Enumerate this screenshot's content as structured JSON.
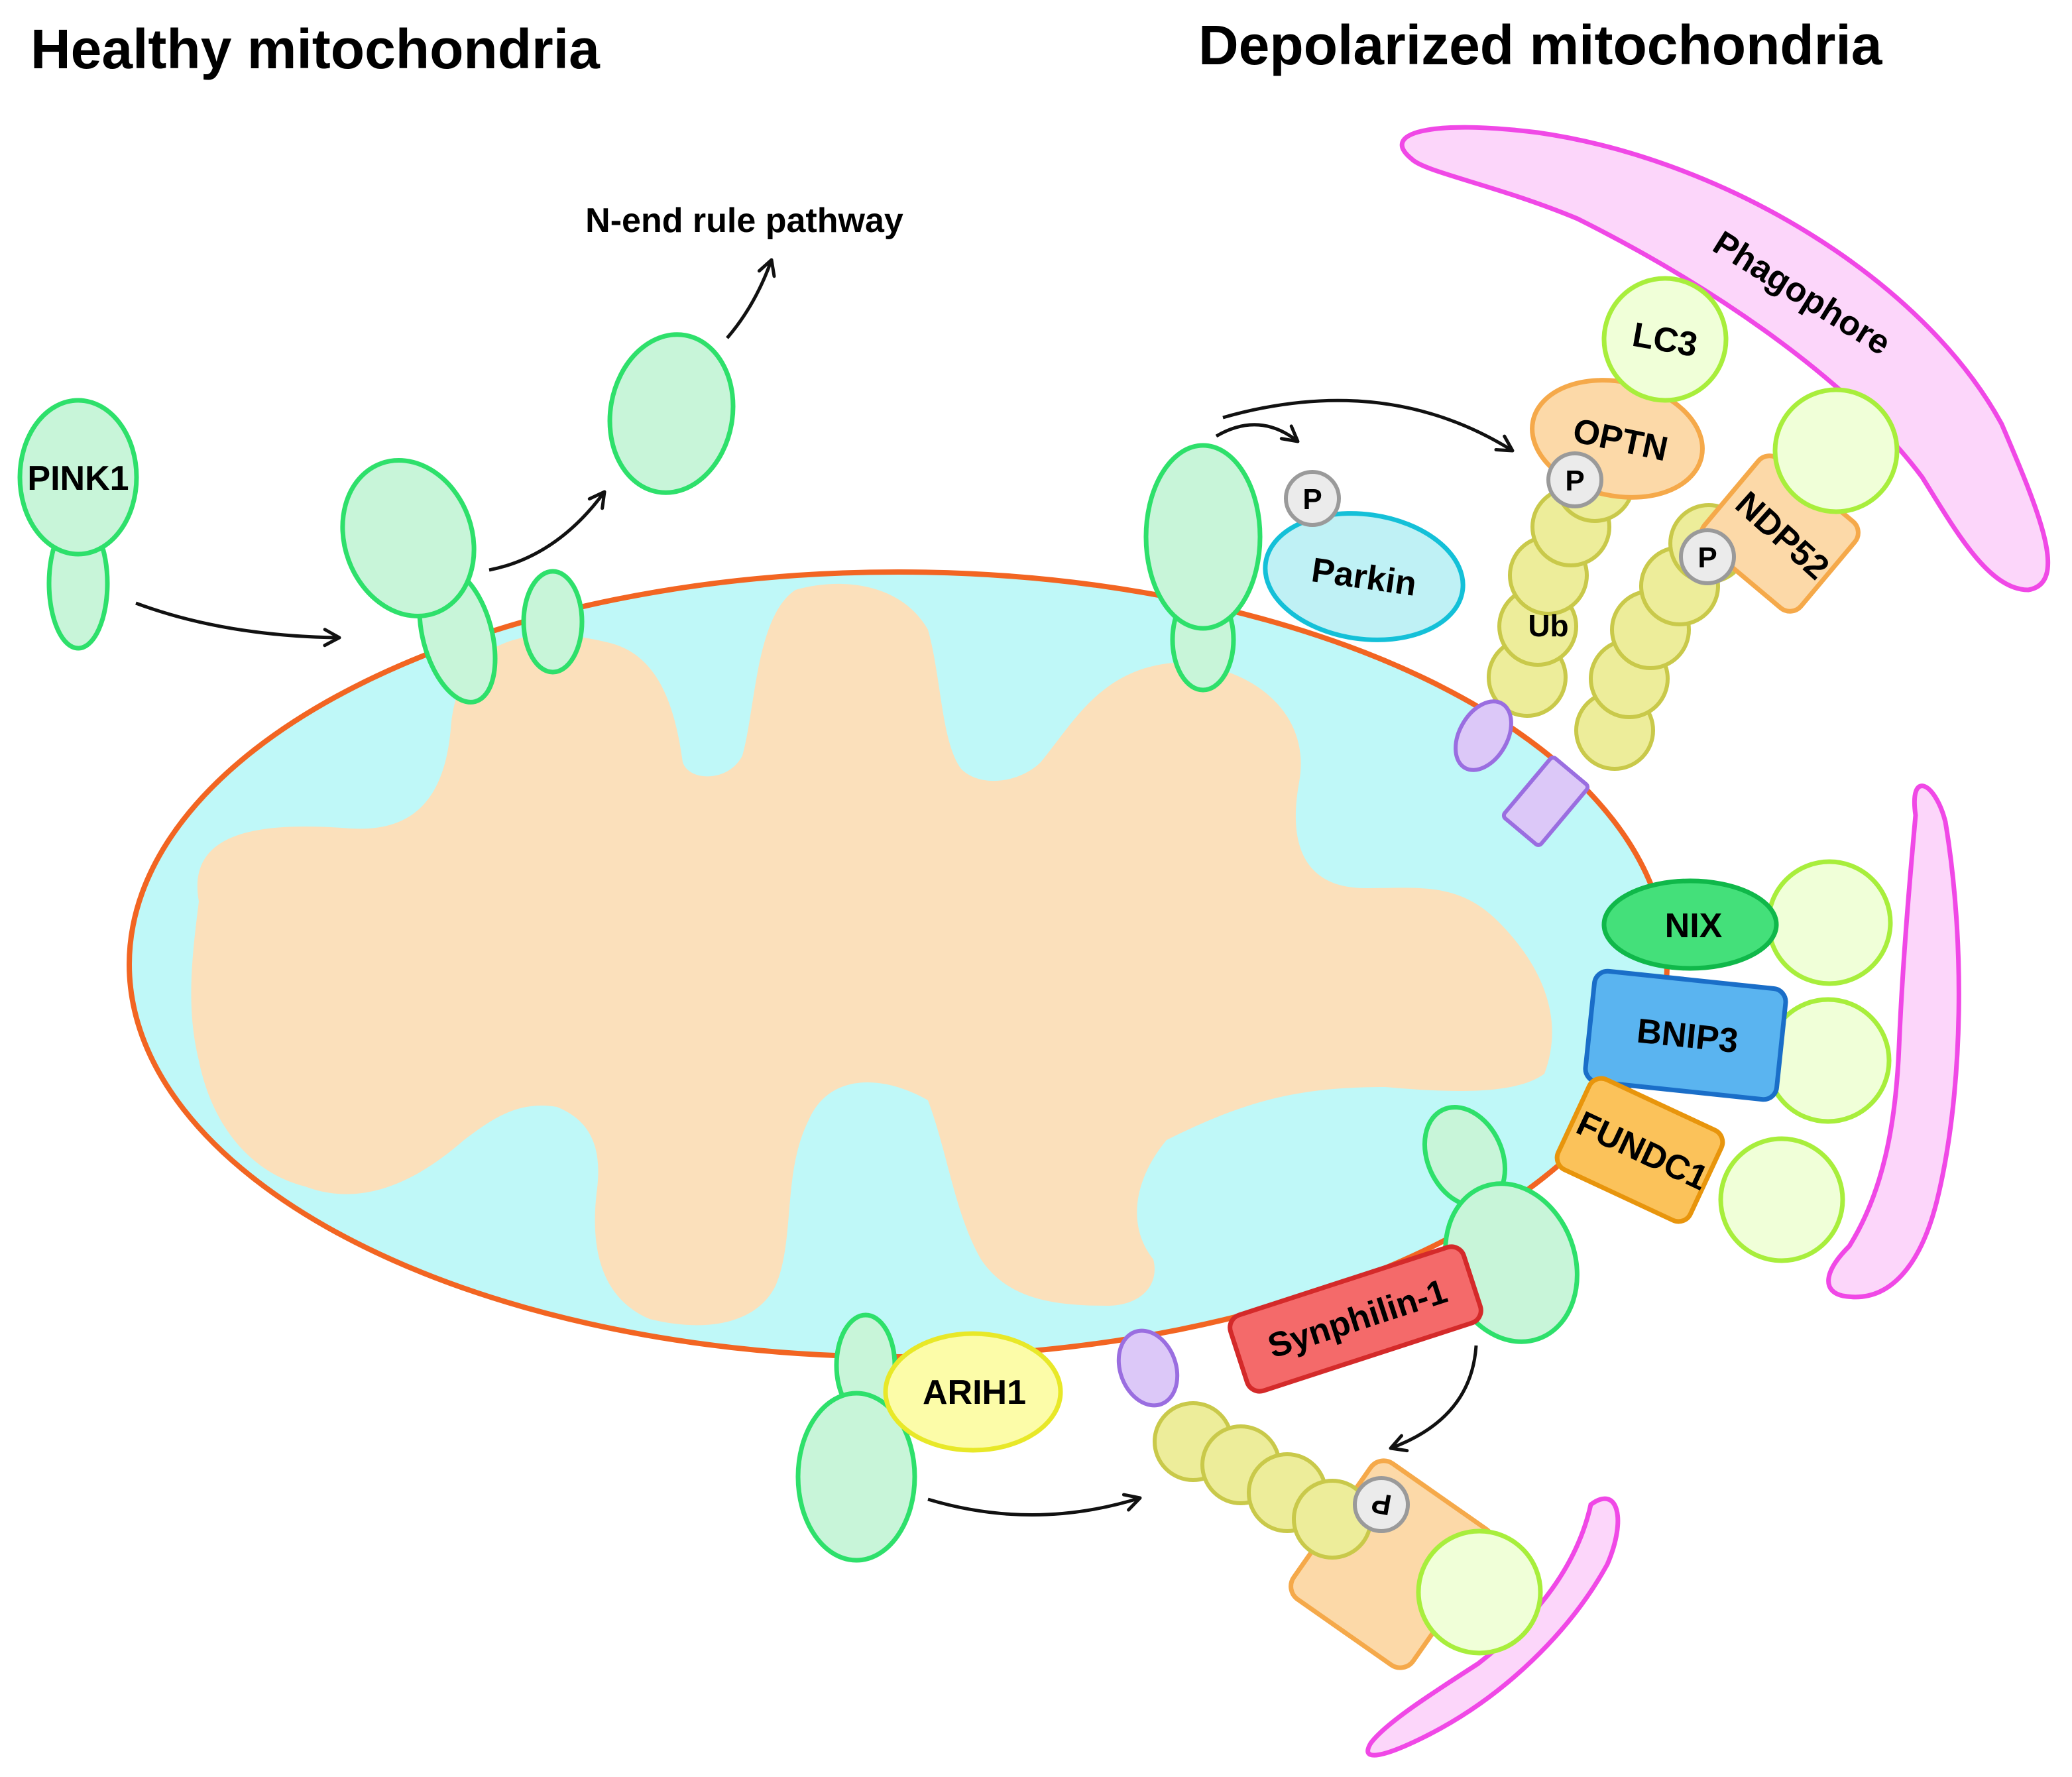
{
  "headings": {
    "healthy": "Healthy mitochondria",
    "depolarized": "Depolarized mitochondria"
  },
  "labels": {
    "pink1": "PINK1",
    "n_end_rule": "N-end rule pathway",
    "parkin": "Parkin",
    "phosphate": "P",
    "lc3": "LC3",
    "optn": "OPTN",
    "ndp52": "NDP52",
    "ub": "Ub",
    "phagophore": "Phagophore",
    "nix": "NIX",
    "bnip3": "BNIP3",
    "fundc1": "FUNDC1",
    "synphilin": "Synphilin-1",
    "arih1": "ARIH1"
  },
  "colors": {
    "membrane": "#f26522",
    "matrix": "#bff8f8",
    "cristae": "#fbe0bb",
    "pink1_fill": "#c8f5d9",
    "pink1_stroke": "#2ee06b",
    "ubiquitin_fill": "#eded9a",
    "ubiquitin_stroke": "#c9c94a",
    "lc3_fill": "#f0ffd8",
    "lc3_stroke": "#a8ee3c",
    "adaptor_fill": "#fcd9a8",
    "adaptor_stroke": "#f5a94a",
    "phagophore_fill": "#fcd6fa",
    "phagophore_stroke": "#f048e6",
    "parkin_fill": "#bff1f5",
    "parkin_stroke": "#14c0d8",
    "nix_fill": "#44e07a",
    "nix_stroke": "#10b84a",
    "bnip3_fill": "#5ab4f0",
    "bnip3_stroke": "#1a6ec8",
    "fundc1_fill": "#fbc25a",
    "fundc1_stroke": "#e8950c",
    "synphilin_fill": "#f46a6a",
    "synphilin_stroke": "#d42a2a",
    "arih1_fill": "#fcfca8",
    "arih1_stroke": "#e8e828",
    "receptor_fill": "#dcc8f8",
    "receptor_stroke": "#9a6ee0",
    "phospho_fill": "#ebebeb",
    "phospho_stroke": "#9a9a9a"
  }
}
